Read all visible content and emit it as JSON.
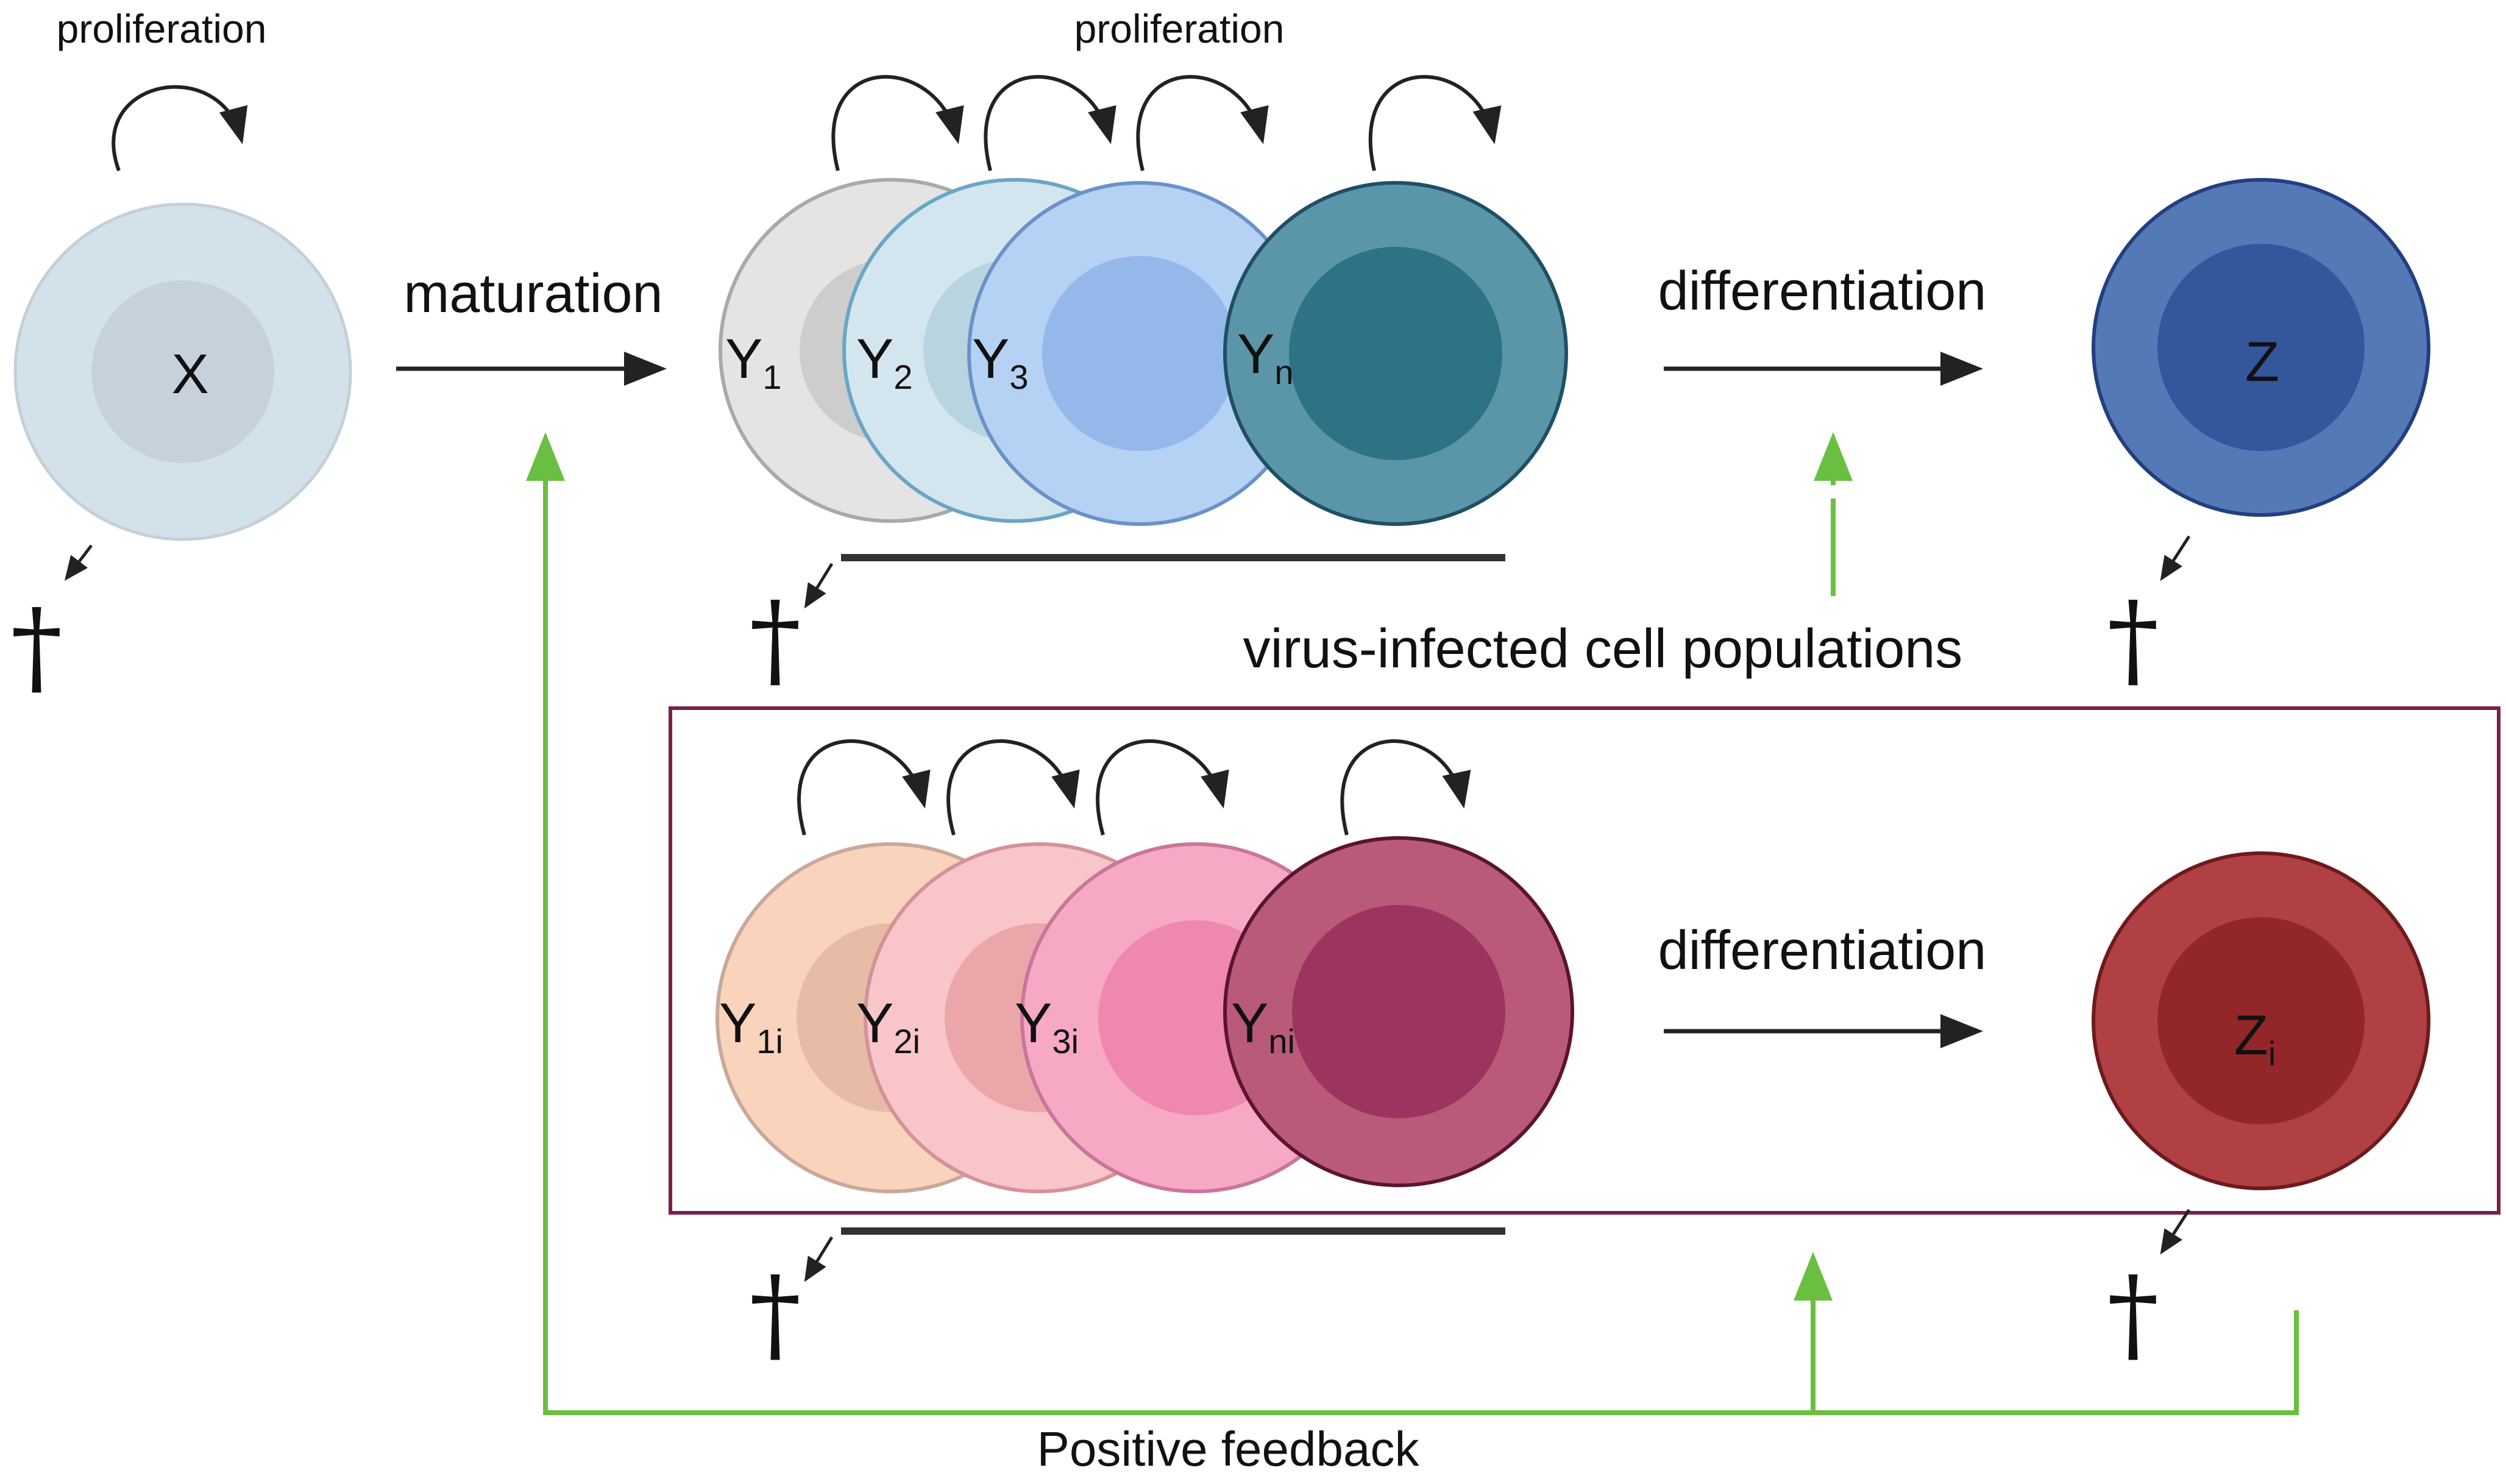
{
  "labels": {
    "proliferation_left": "proliferation",
    "proliferation_top": "proliferation",
    "maturation": "maturation",
    "differentiation_top": "differentiation",
    "differentiation_bottom": "differentiation",
    "virus_infected": "virus-infected cell populations",
    "positive_feedback": "Positive feedback"
  },
  "death_symbol": "†",
  "cells": {
    "x": {
      "letter": "X",
      "sub": ""
    },
    "y1": {
      "letter": "Y",
      "sub": "1"
    },
    "y2": {
      "letter": "Y",
      "sub": "2"
    },
    "y3": {
      "letter": "Y",
      "sub": "3"
    },
    "yn": {
      "letter": "Y",
      "sub": "n"
    },
    "z": {
      "letter": "Z",
      "sub": ""
    },
    "y1i": {
      "letter": "Y",
      "sub": "1i"
    },
    "y2i": {
      "letter": "Y",
      "sub": "2i"
    },
    "y3i": {
      "letter": "Y",
      "sub": "3i"
    },
    "yni": {
      "letter": "Y",
      "sub": "ni"
    },
    "zi": {
      "letter": "Z",
      "sub": "i"
    }
  },
  "colors": {
    "arrow": "#222222",
    "feedback": "#6abf40",
    "infected_box": "#7a2048",
    "x_outer": "#d3e1eb",
    "x_inner": "#c6d2db",
    "y1_outer": "#e4e4e4",
    "y1_inner": "#cdcdcd",
    "y2_outer": "#d3e6f0",
    "y2_inner": "#b9d4e1",
    "y3_outer": "#b5d1f3",
    "y3_inner": "#94b8ea",
    "yn_outer": "#5a96a8",
    "yn_inner": "#2e7286",
    "z_outer": "#5579b7",
    "z_inner": "#33569c",
    "y1i_outer": "#f9d3bb",
    "y1i_inner": "#e8bba6",
    "y2i_outer": "#f8c5c8",
    "y2i_inner": "#eaa6a9",
    "y3i_outer": "#f6a8c4",
    "y3i_inner": "#ee88ae",
    "yni_outer": "#b95a78",
    "yni_inner": "#9d3460",
    "zi_outer": "#b04044",
    "zi_inner": "#932629"
  }
}
